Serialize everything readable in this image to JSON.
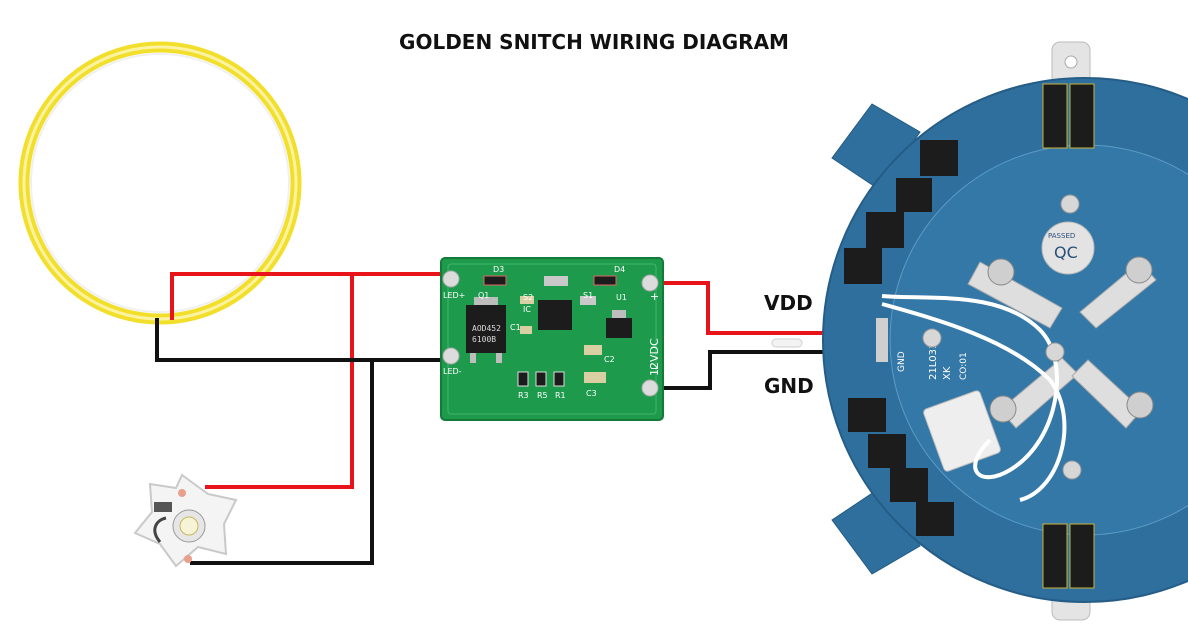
{
  "title": "GOLDEN SNITCH WIRING DIAGRAM",
  "labels": {
    "vdd": "VDD",
    "gnd": "GND"
  },
  "driver_board": {
    "silk": {
      "d3": "D3",
      "d4": "D4",
      "led_plus": "LED+",
      "led_minus": "LED-",
      "q1": "Q1",
      "u1": "U1",
      "s1": "S1",
      "s2": "S2",
      "ic": "IC",
      "c1": "C1",
      "c2": "C2",
      "c3": "C3",
      "r3": "R3",
      "r5": "R5",
      "r1": "R1",
      "plus": "+",
      "minus": "−",
      "vdc": "12VDC"
    },
    "chip_lines": [
      "AOD452",
      "6100B"
    ]
  },
  "controller_board": {
    "sticker_letters": "QC",
    "sticker_word": "PASSED",
    "silk_lines": [
      "21L031",
      "XK",
      "CO:01"
    ],
    "pad_label": "GND"
  },
  "colors": {
    "wire_red": "#e8141a",
    "wire_black": "#111111",
    "pcb_green": "#1e9a4c",
    "pcb_blue": "#2e6f9e",
    "ring_yellow": "#f2df2c"
  }
}
